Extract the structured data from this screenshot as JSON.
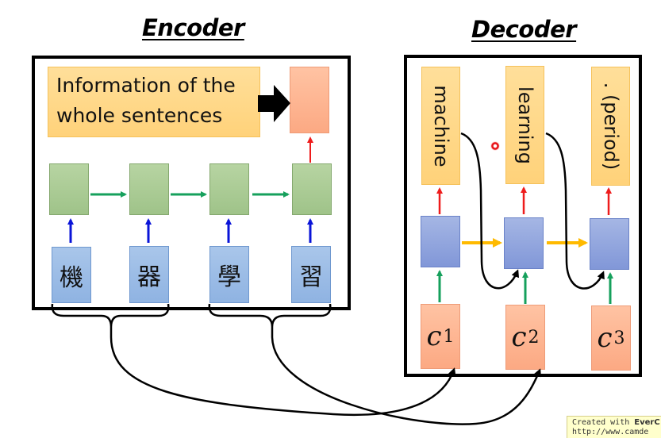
{
  "encoder": {
    "title": "Encoder",
    "summary_text_line1": "Information of the",
    "summary_text_line2": "whole sentences",
    "inputs": [
      "機",
      "器",
      "學",
      "習"
    ],
    "hidden_states_count": 4,
    "colors": {
      "rnn_cell": "#a8c992",
      "input": "#9dbde6",
      "summary": "#fcaf8c",
      "recurrent_arrow": "#16a05c",
      "input_arrow": "#0a14d8",
      "output_arrow": "#ee1c1c"
    }
  },
  "decoder": {
    "title": "Decoder",
    "outputs": [
      "machine",
      "learning",
      ". (period)"
    ],
    "contexts": [
      {
        "base": "c",
        "sup": "1"
      },
      {
        "base": "c",
        "sup": "2"
      },
      {
        "base": "c",
        "sup": "3"
      }
    ],
    "colors": {
      "rnn_cell": "#93a8de",
      "output": "#ffd98a",
      "context": "#fcb38f",
      "recurrent_arrow": "#ffba00",
      "context_arrow": "#16a05c",
      "output_arrow": "#ee1c1c"
    }
  },
  "groupings": [
    {
      "from_inputs": [
        "機",
        "器"
      ],
      "to_context": "c1"
    },
    {
      "from_inputs": [
        "學",
        "習"
      ],
      "to_context": "c2"
    }
  ],
  "watermark": {
    "line1_prefix": "Created with ",
    "line1_brand": "EverC",
    "line2": "http://www.camde"
  }
}
